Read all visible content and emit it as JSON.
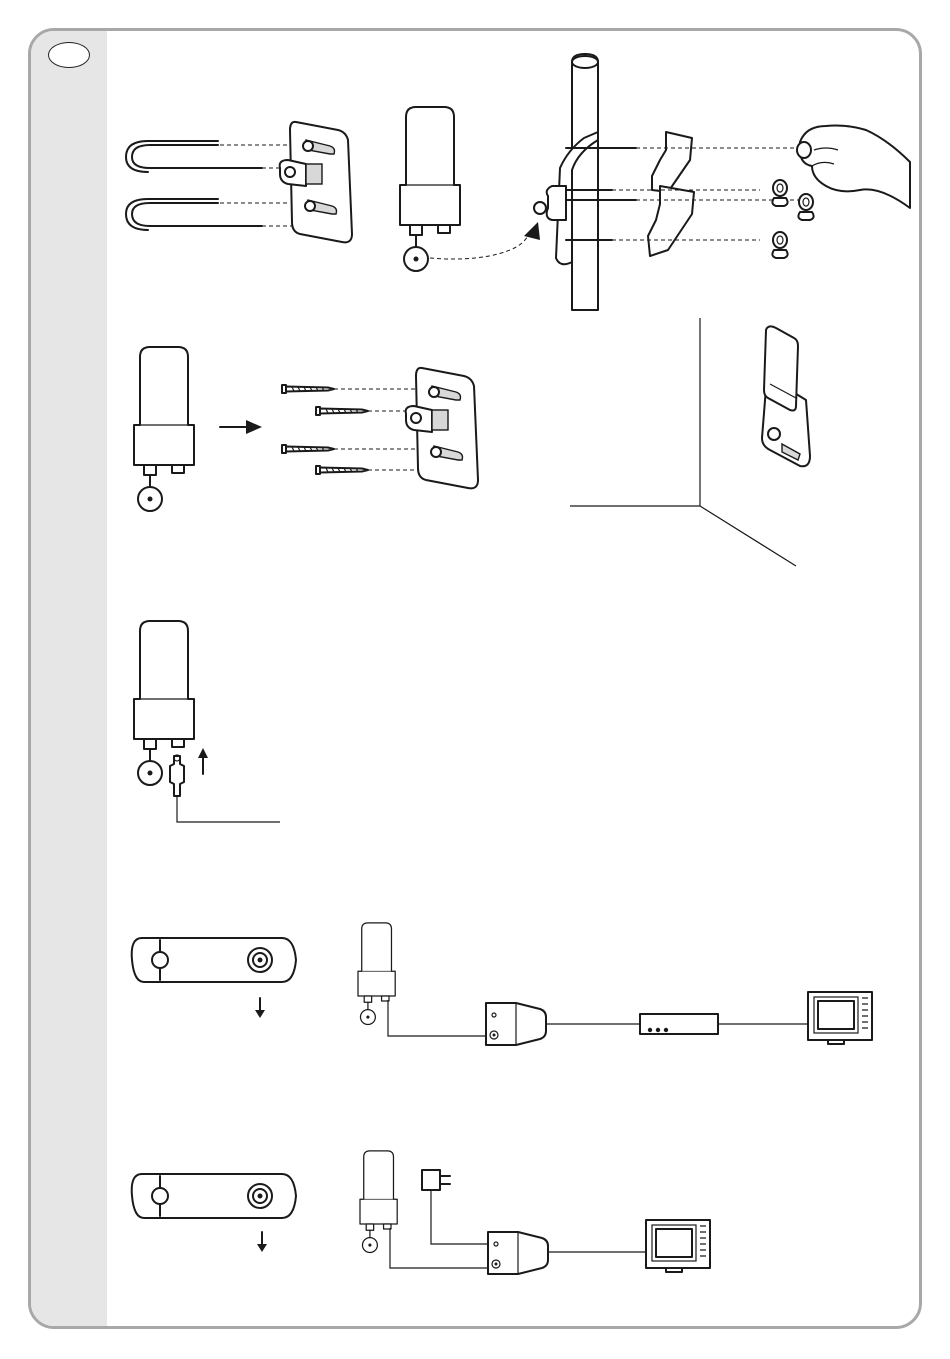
{
  "page": {
    "accent_stripe_color": "#e6e6e6",
    "frame_color": "#a8a8a8",
    "ink_color": "#1a1a1a"
  },
  "language_badge": {
    "label": ""
  },
  "figures": [
    {
      "name": "u-bolt-bracket"
    },
    {
      "name": "pole-mount"
    },
    {
      "name": "wall-screw-mount"
    },
    {
      "name": "wall-corner-view"
    },
    {
      "name": "coax-connection"
    },
    {
      "name": "switch-position-a"
    },
    {
      "name": "antenna-receiver-tv-chain"
    },
    {
      "name": "switch-position-b"
    },
    {
      "name": "antenna-adapter-tv-chain"
    }
  ]
}
